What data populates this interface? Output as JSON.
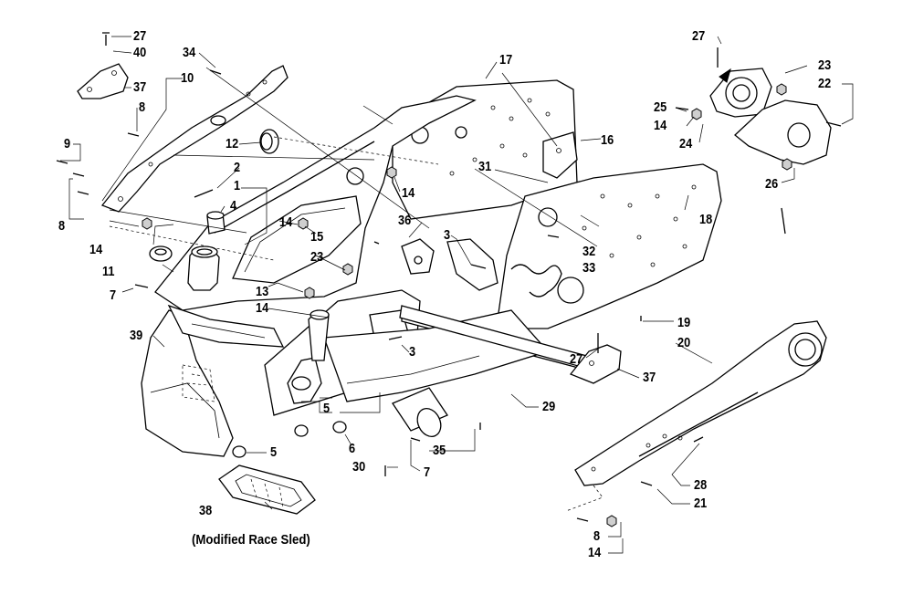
{
  "caption": "(Modified Race Sled)",
  "callouts": [
    {
      "id": "c27a",
      "text": "27"
    },
    {
      "id": "c40",
      "text": "40"
    },
    {
      "id": "c37a",
      "text": "37"
    },
    {
      "id": "c10",
      "text": "10"
    },
    {
      "id": "c34",
      "text": "34"
    },
    {
      "id": "c8a",
      "text": "8"
    },
    {
      "id": "c9",
      "text": "9"
    },
    {
      "id": "c8b",
      "text": "8"
    },
    {
      "id": "c12",
      "text": "12"
    },
    {
      "id": "c2",
      "text": "2"
    },
    {
      "id": "c1",
      "text": "1"
    },
    {
      "id": "c4",
      "text": "4"
    },
    {
      "id": "c14a",
      "text": "14"
    },
    {
      "id": "c11",
      "text": "11"
    },
    {
      "id": "c7a",
      "text": "7"
    },
    {
      "id": "c14b",
      "text": "14"
    },
    {
      "id": "c15",
      "text": "15"
    },
    {
      "id": "c23a",
      "text": "23"
    },
    {
      "id": "c13",
      "text": "13"
    },
    {
      "id": "c14c",
      "text": "14"
    },
    {
      "id": "c36",
      "text": "36"
    },
    {
      "id": "c3a",
      "text": "3"
    },
    {
      "id": "c14d",
      "text": "14"
    },
    {
      "id": "c17",
      "text": "17"
    },
    {
      "id": "c16",
      "text": "16"
    },
    {
      "id": "c31",
      "text": "31"
    },
    {
      "id": "c18",
      "text": "18"
    },
    {
      "id": "c32",
      "text": "32"
    },
    {
      "id": "c33",
      "text": "33"
    },
    {
      "id": "c27b",
      "text": "27"
    },
    {
      "id": "c25",
      "text": "25"
    },
    {
      "id": "c14e",
      "text": "14"
    },
    {
      "id": "c24",
      "text": "24"
    },
    {
      "id": "c23b",
      "text": "23"
    },
    {
      "id": "c22",
      "text": "22"
    },
    {
      "id": "c26",
      "text": "26"
    },
    {
      "id": "c19",
      "text": "19"
    },
    {
      "id": "c20",
      "text": "20"
    },
    {
      "id": "c27c",
      "text": "27"
    },
    {
      "id": "c37b",
      "text": "37"
    },
    {
      "id": "c39",
      "text": "39"
    },
    {
      "id": "c3b",
      "text": "3"
    },
    {
      "id": "c5a",
      "text": "5"
    },
    {
      "id": "c29",
      "text": "29"
    },
    {
      "id": "c5b",
      "text": "5"
    },
    {
      "id": "c6",
      "text": "6"
    },
    {
      "id": "c35",
      "text": "35"
    },
    {
      "id": "c30",
      "text": "30"
    },
    {
      "id": "c7b",
      "text": "7"
    },
    {
      "id": "c28",
      "text": "28"
    },
    {
      "id": "c21",
      "text": "21"
    },
    {
      "id": "c38",
      "text": "38"
    },
    {
      "id": "c8c",
      "text": "8"
    },
    {
      "id": "c14f",
      "text": "14"
    }
  ]
}
